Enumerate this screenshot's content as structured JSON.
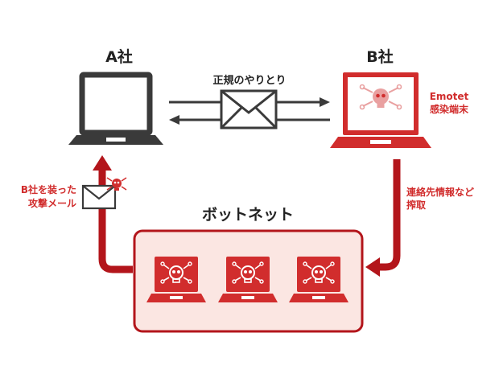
{
  "nodes": {
    "company_a": {
      "label": "A社"
    },
    "company_b": {
      "label": "B社",
      "tag_line1": "Emotet",
      "tag_line2": "感染端末"
    }
  },
  "edges": {
    "normal_exchange": {
      "label": "正規のやりとり"
    },
    "steal_info": {
      "line1": "連絡先情報など",
      "line2": "搾取"
    },
    "attack_mail": {
      "line1": "B社を装った",
      "line2": "攻撃メール"
    }
  },
  "botnet": {
    "label": "ボットネット",
    "count": 3
  },
  "colors": {
    "dark": "#3a3a3a",
    "red": "#d12d2d",
    "dark_red": "#b3151b",
    "botnet_fill": "#fbe6e2",
    "botnet_border": "#b3151b"
  },
  "icons": [
    "laptop-icon",
    "skull-icon",
    "envelope-icon",
    "arrow-icon"
  ]
}
